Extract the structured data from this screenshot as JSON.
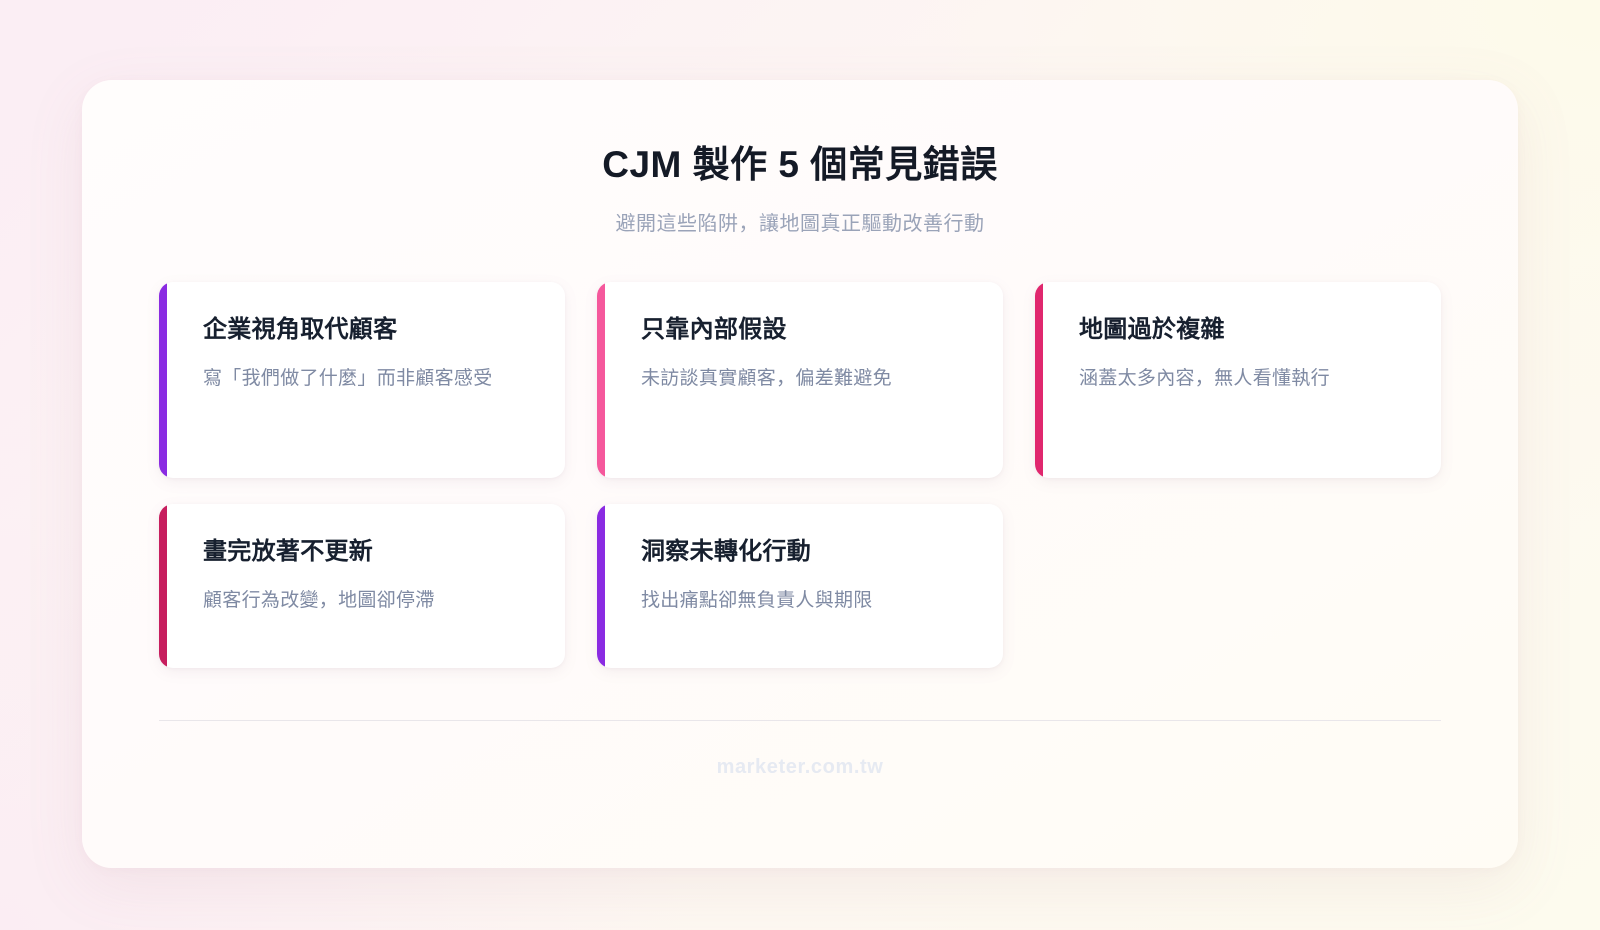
{
  "header": {
    "title": "CJM 製作 5 個常見錯誤",
    "subtitle": "避開這些陷阱，讓地圖真正驅動改善行動"
  },
  "cards": [
    {
      "title": "企業視角取代顧客",
      "desc": "寫「我們做了什麼」而非顧客感受",
      "accent": "#8A2BE2"
    },
    {
      "title": "只靠內部假設",
      "desc": "未訪談真實顧客，偏差難避免",
      "accent": "#F5589C"
    },
    {
      "title": "地圖過於複雜",
      "desc": "涵蓋太多內容，無人看懂執行",
      "accent": "#E0276E"
    },
    {
      "title": "畫完放著不更新",
      "desc": "顧客行為改變，地圖卻停滯",
      "accent": "#C71E5E"
    },
    {
      "title": "洞察未轉化行動",
      "desc": "找出痛點卻無負責人與期限",
      "accent": "#8A2BE2"
    }
  ],
  "footer": {
    "brand": "marketer.com.tw"
  },
  "theme": {
    "panel_bg": "#FFFDFC",
    "title_color": "#141A26",
    "subtitle_color": "#9AA3B8",
    "card_title_color": "#17202F",
    "card_desc_color": "#7F8AA3",
    "divider_color": "#E9E6EA",
    "footer_color": "#E6EAF2",
    "bg_pink": "#FBEEF4",
    "bg_cream": "#FDFAEA"
  }
}
